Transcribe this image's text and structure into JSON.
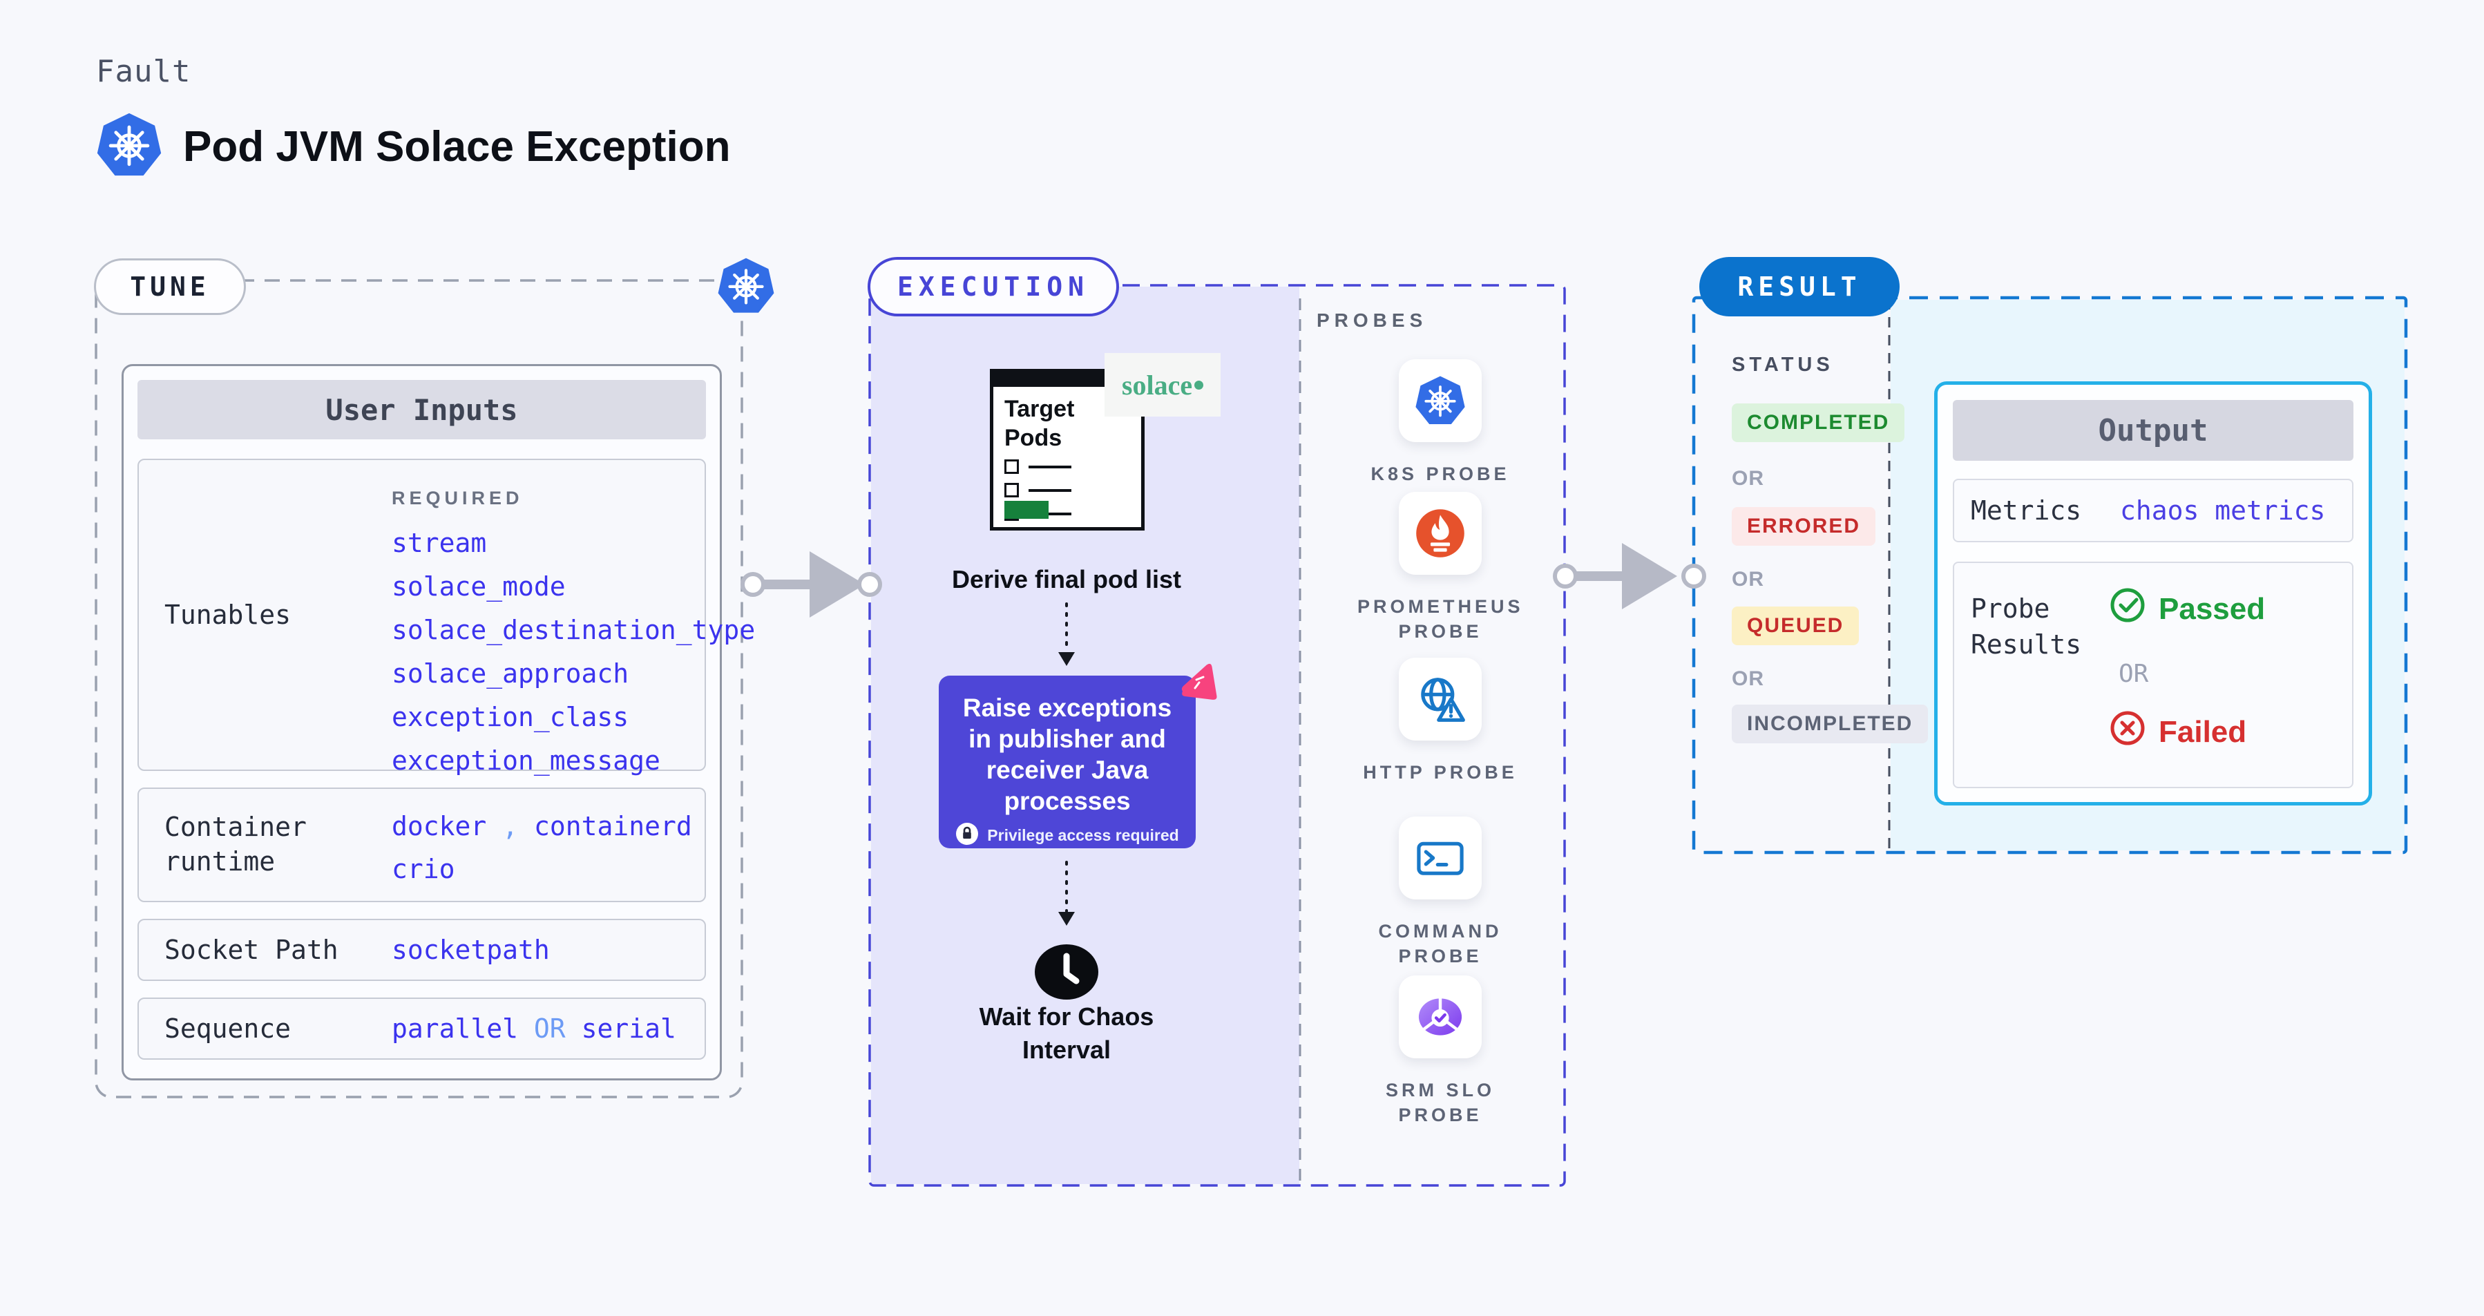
{
  "header": {
    "eyebrow": "Fault",
    "title": "Pod JVM Solace Exception"
  },
  "tune": {
    "label": "TUNE",
    "card_title": "User Inputs",
    "tunables": {
      "label": "Tunables",
      "required_label": "REQUIRED",
      "items": [
        "stream",
        "solace_mode",
        "solace_destination_type",
        "solace_approach",
        "exception_class",
        "exception_message"
      ]
    },
    "container_runtime": {
      "label": "Container runtime",
      "separator": ",",
      "values": [
        "docker",
        "containerd",
        "crio"
      ]
    },
    "socket_path": {
      "label": "Socket Path",
      "value": "socketpath"
    },
    "sequence": {
      "label": "Sequence",
      "first": "parallel",
      "or": "OR",
      "second": "serial"
    }
  },
  "execution": {
    "label": "EXECUTION",
    "solace_text": "solace",
    "window_title": "Target Pods",
    "derive_label": "Derive final pod list",
    "action": {
      "text": "Raise exceptions in publisher and receiver Java processes",
      "privilege": "Privilege access required"
    },
    "wait_label": "Wait for Chaos Interval",
    "probes": {
      "label": "PROBES",
      "items": [
        {
          "name": "K8S PROBE",
          "icon": "k8s-probe-icon"
        },
        {
          "name": "PROMETHEUS PROBE",
          "icon": "prometheus-probe-icon"
        },
        {
          "name": "HTTP PROBE",
          "icon": "http-probe-icon"
        },
        {
          "name": "COMMAND PROBE",
          "icon": "command-probe-icon"
        },
        {
          "name": "SRM SLO PROBE",
          "icon": "srm-slo-probe-icon"
        }
      ]
    }
  },
  "result": {
    "label": "RESULT",
    "status": {
      "label": "STATUS",
      "or": "OR",
      "states": [
        {
          "text": "COMPLETED",
          "bg": "#dcf3dd",
          "color": "#1c8a2f"
        },
        {
          "text": "ERRORED",
          "bg": "#fce9e9",
          "color": "#c52b2b"
        },
        {
          "text": "QUEUED",
          "bg": "#fcf0c4",
          "color": "#c52b2b"
        },
        {
          "text": "INCOMPLETED",
          "bg": "#e8e9f1",
          "color": "#5c6375"
        }
      ]
    },
    "output": {
      "title": "Output",
      "metrics_label": "Metrics",
      "metrics_value": "chaos metrics",
      "probe_results_label": "Probe Results",
      "passed": "Passed",
      "or": "OR",
      "failed": "Failed"
    }
  },
  "colors": {
    "background": "#f7f8fc",
    "accent_indigo": "#4745d6",
    "k8s_blue": "#326de6",
    "value_blue": "#3b33ee",
    "or_light_blue": "#6d9bf5",
    "action_purple": "#4e46d7",
    "lavender_region": "#e5e5fb",
    "result_pill_blue": "#0b73cd",
    "result_dash_blue": "#1478d2",
    "cyan_region": "#e8f6fd",
    "output_border_cyan": "#24b0e8",
    "passed_green": "#1e9e3e",
    "failed_red": "#d63030",
    "prometheus_orange": "#e6522c",
    "solace_green": "#49ad84",
    "chaos_pink": "#f7437e",
    "progress_green": "#16813c"
  }
}
